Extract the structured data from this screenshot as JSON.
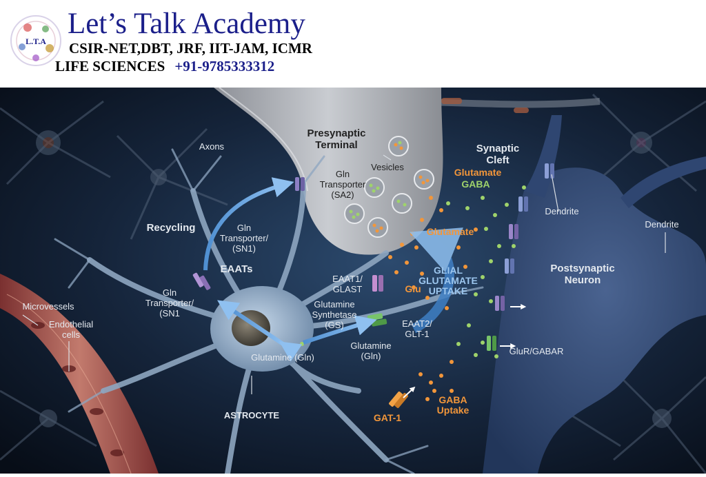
{
  "header": {
    "title": "Let’s Talk Academy",
    "exams": "CSIR-NET,DBT, JRF, IIT-JAM, ICMR",
    "subject": "LIFE SCIENCES",
    "phone": "+91-9785333312",
    "logo_text": "L.T.A"
  },
  "labels": {
    "presynaptic": "Presynaptic\nTerminal",
    "axons": "Axons",
    "synaptic_cleft": "Synaptic\nCleft",
    "vesicles": "Vesicles",
    "gln_transporter_sa2": "Gln\nTransporter\n(SA2)",
    "glutamate_top": "Glutamate",
    "gaba_top": "GABA",
    "dendrite_left": "Dendrite",
    "dendrite_right": "Dendrite",
    "recycling": "Recycling",
    "gln_transporter_sn1_top": "Gln\nTransporter/\n(SN1)",
    "glutamate_mid": "Glutamate",
    "eaats": "EAATs",
    "postsynaptic": "Postsynaptic\nNeuron",
    "glial_uptake": "GLIAL\nGLUTAMATE\nUPTAKE",
    "eaat1": "EAAT1/\nGLAST",
    "glu": "Glu",
    "gln_transporter_sn1_left": "Gln\nTransporter/\n(SN1",
    "glutamine_synthetase": "Glutamine\nSynthetase\n(GS)",
    "microvessels": "Microvessels",
    "endothelial": "Endothelial\ncells",
    "eaat2": "EAAT2/\nGLT-1",
    "glutamine_gln_right": "Glutamine\n(Gln)",
    "glur_gabar": "GluR/GABAR",
    "glutamine_gln_bottom": "Glutamine    (Gln)",
    "astrocyte": "ASTROCYTE",
    "gat1": "GAT-1",
    "gaba_uptake": "GABA\nUptake"
  },
  "colors": {
    "background": "#0e1726",
    "glutamate": "#f2963a",
    "gaba": "#9fd36b",
    "transporter": "#9a86c9",
    "brand": "#1b1f8a"
  }
}
